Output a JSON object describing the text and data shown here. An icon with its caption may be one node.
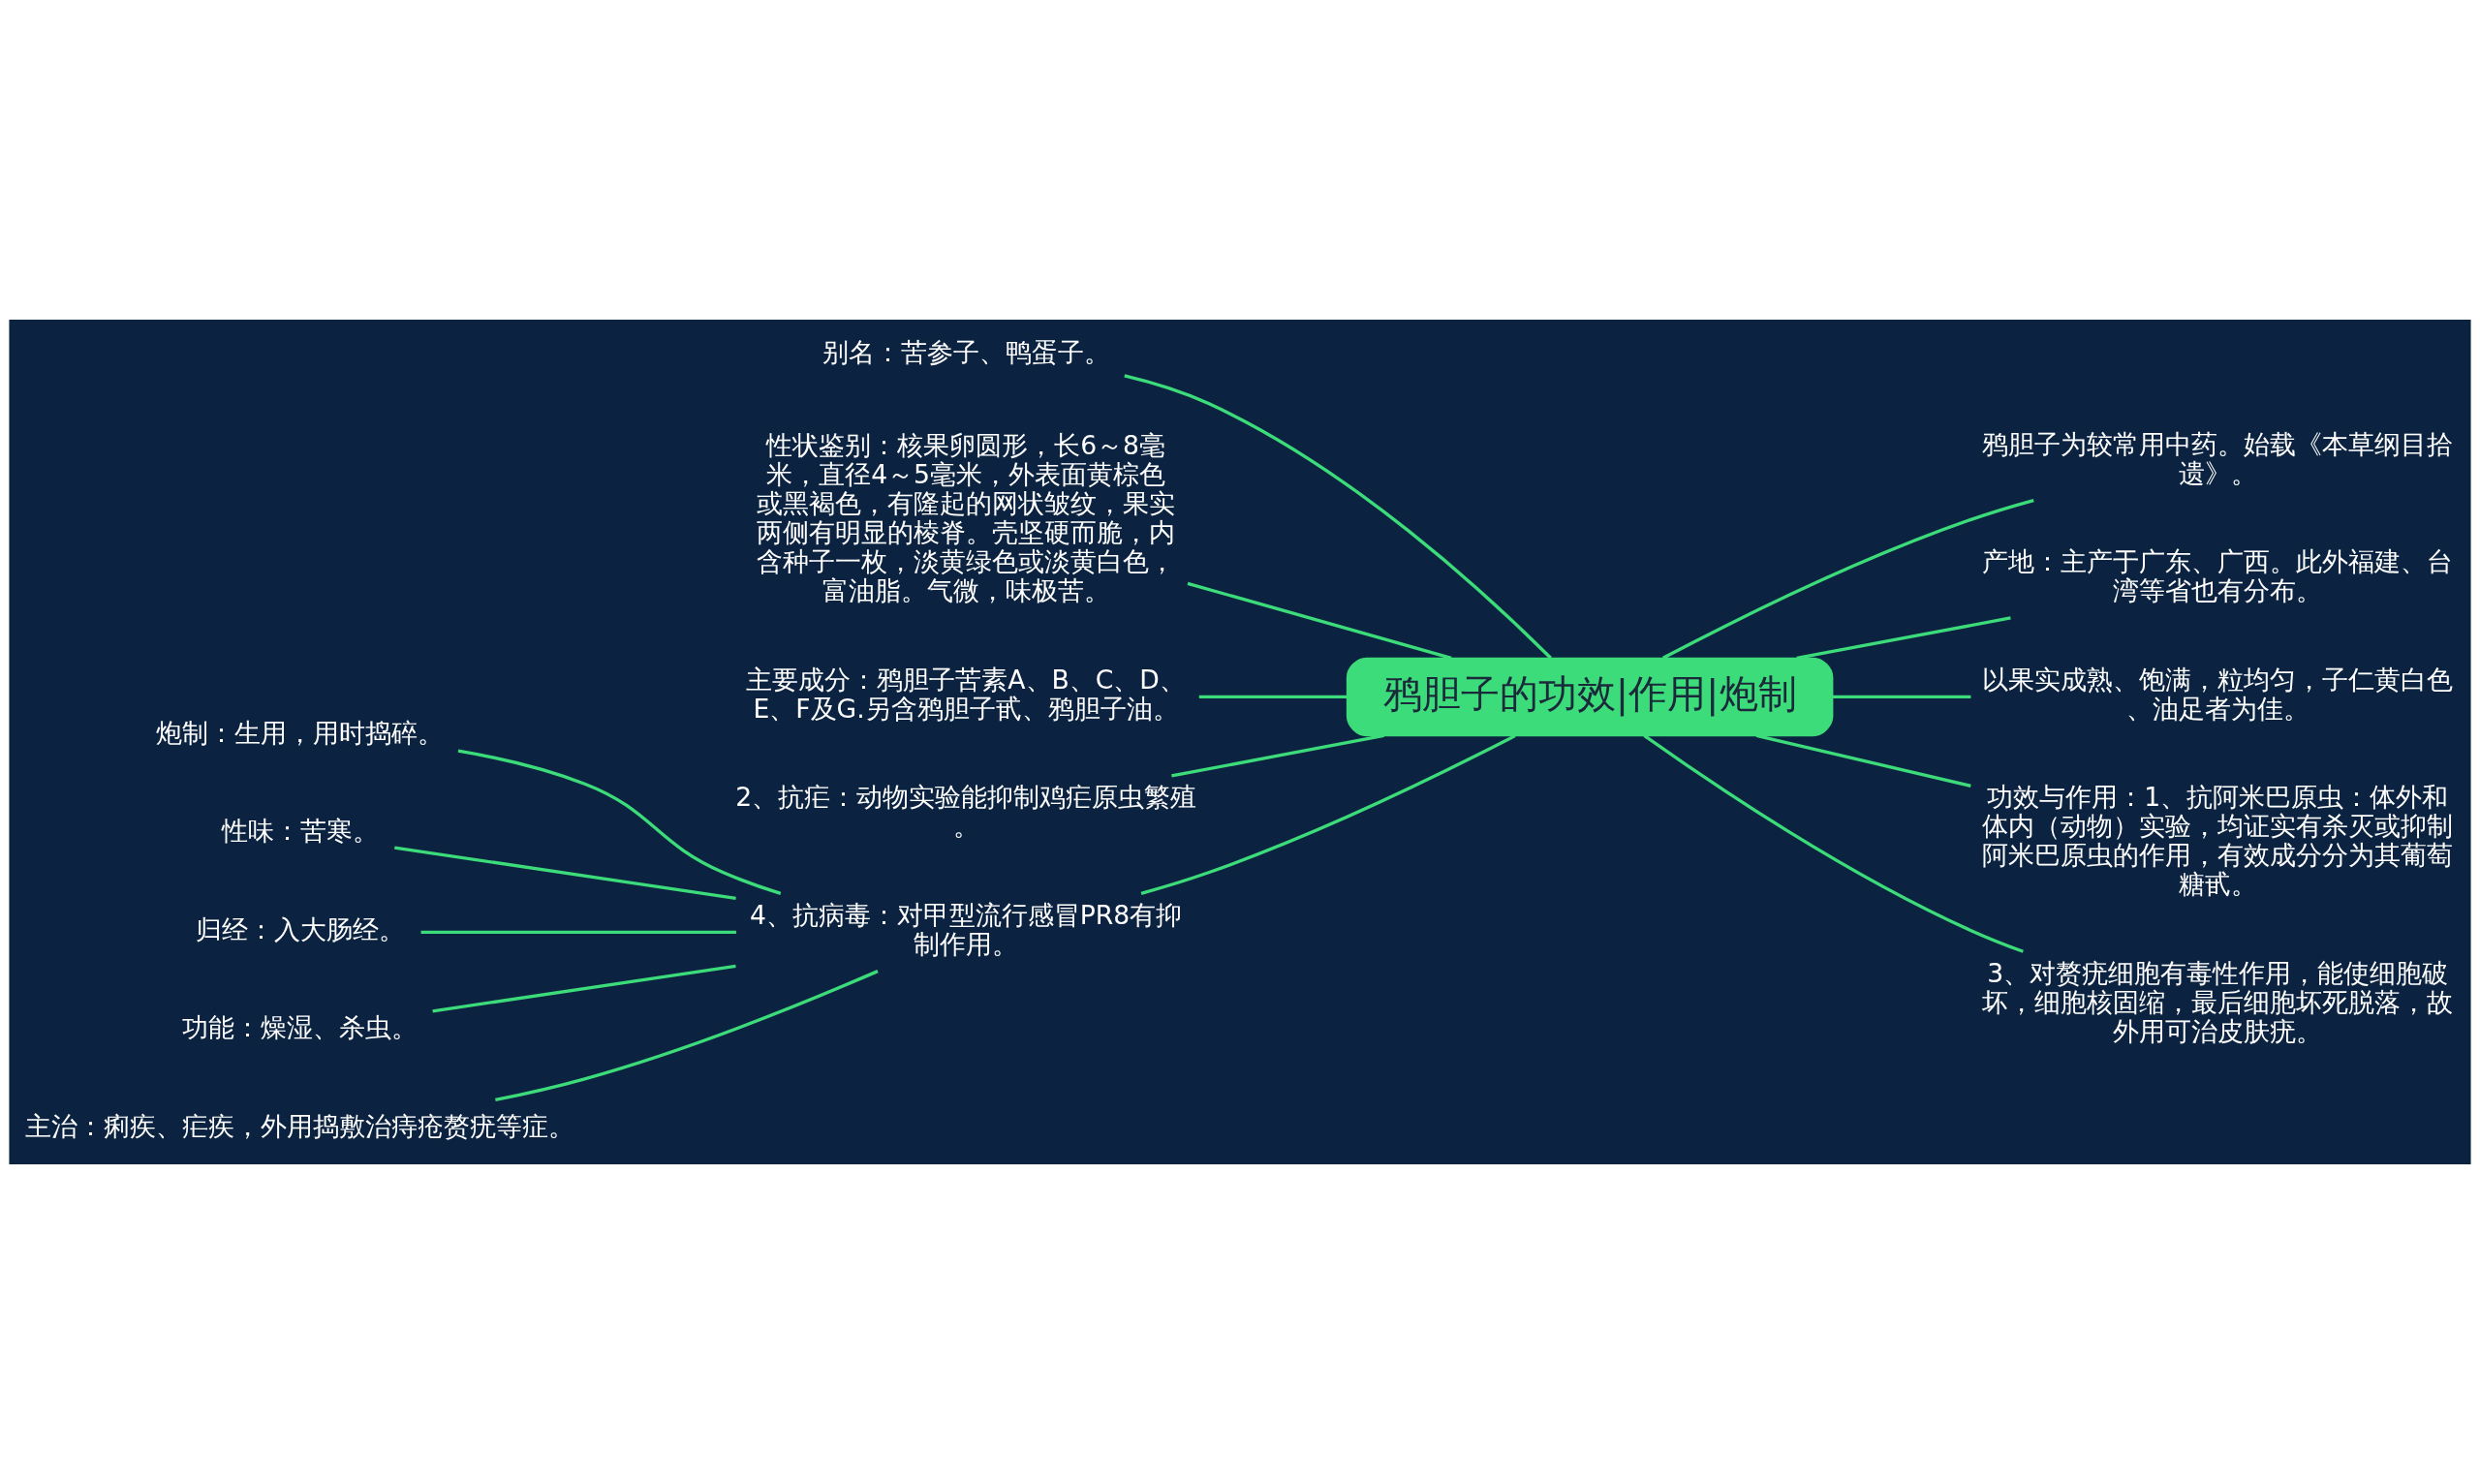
{
  "diagram": {
    "nodes": [
      {
        "text": [
          "鸦胆子的功效|作用|炮制"
        ]
      },
      {
        "text": [
          "别名：苦参子、鸭蛋子。"
        ]
      },
      {
        "text": [
          "性状鉴别：核果卵圆形，长6～8毫米，直径4～5毫米，外表面黄棕色或黑褐色，有隆起的网状皱纹，果实两侧有明显的棱脊。壳坚硬而脆，内含种子一枚，淡黄绿色或淡黄白色，富油脂。气微，味极苦。"
        ]
      },
      {
        "text": [
          "主要成分：鸦胆子苦素A、B、C、D、E、F及G.另含鸦胆子甙、鸦胆子油。"
        ]
      },
      {
        "text": [
          "2、抗疟：动物实验能抑制鸡疟原虫繁殖。"
        ]
      },
      {
        "text": [
          "4、抗病毒：对甲型流行感冒PR8有抑制作用。"
        ]
      },
      {
        "text": [
          "炮制：生用，用时捣碎。"
        ]
      },
      {
        "text": [
          "性味：苦寒。"
        ]
      },
      {
        "text": [
          "归经：入大肠经。"
        ]
      },
      {
        "text": [
          "功能：燥湿、杀虫。"
        ]
      },
      {
        "text": [
          "主治：痢疾、疟疾，外用捣敷治痔疮赘疣等症。"
        ]
      },
      {
        "text": [
          "鸦胆子为较常用中药。始载《本草纲目拾遗》。"
        ]
      },
      {
        "text": [
          "产地：主产于广东、广西。此外福建、台湾等省也有分布。"
        ]
      },
      {
        "text": [
          "以果实成熟、饱满，粒均匀，子仁黄白色、油足者为佳。"
        ]
      },
      {
        "text": [
          "功效与作用：1、抗阿米巴原虫：体外和体内（动物）实验，均证实有杀灭或抑制阿米巴原虫的作用，有效成分分为其葡萄糖甙。"
        ]
      },
      {
        "text": [
          "3、对赘疣细胞有毒性作用，能使细胞破坏，细胞核固缩，最后细胞坏死脱落，故外用可治皮肤疣。"
        ]
      }
    ],
    "edges": [
      {
        "from": 0,
        "to": 1,
        "arrow": "none"
      },
      {
        "from": 0,
        "to": 2,
        "arrow": "none"
      },
      {
        "from": 0,
        "to": 3,
        "arrow": "none"
      },
      {
        "from": 0,
        "to": 4,
        "arrow": "none"
      },
      {
        "from": 0,
        "to": 5,
        "arrow": "none"
      },
      {
        "from": 5,
        "to": 6,
        "arrow": "none"
      },
      {
        "from": 5,
        "to": 7,
        "arrow": "none"
      },
      {
        "from": 5,
        "to": 8,
        "arrow": "none"
      },
      {
        "from": 5,
        "to": 9,
        "arrow": "none"
      },
      {
        "from": 5,
        "to": 10,
        "arrow": "none"
      },
      {
        "from": 0,
        "to": 11,
        "arrow": "none"
      },
      {
        "from": 0,
        "to": 12,
        "arrow": "none"
      },
      {
        "from": 0,
        "to": 13,
        "arrow": "none"
      },
      {
        "from": 0,
        "to": 14,
        "arrow": "none"
      },
      {
        "from": 0,
        "to": 15,
        "arrow": "none"
      }
    ]
  }
}
